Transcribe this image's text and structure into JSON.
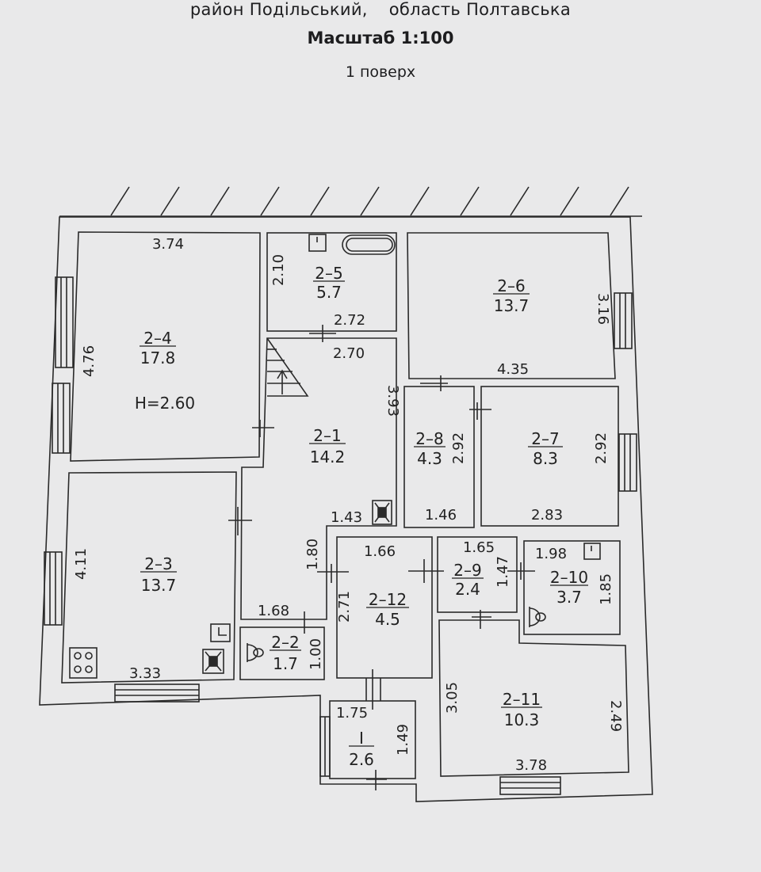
{
  "header": {
    "district": "район Подільський,",
    "region": "область Полтавська",
    "scale": "Масштаб 1:100",
    "floor": "1 поверх"
  },
  "rooms": [
    {
      "id": "2–4",
      "area": "17.8"
    },
    {
      "id": "2–5",
      "area": "5.7"
    },
    {
      "id": "2–6",
      "area": "13.7"
    },
    {
      "id": "2–1",
      "area": "14.2"
    },
    {
      "id": "2–8",
      "area": "4.3"
    },
    {
      "id": "2–7",
      "area": "8.3"
    },
    {
      "id": "2–3",
      "area": "13.7"
    },
    {
      "id": "2–12",
      "area": "4.5"
    },
    {
      "id": "2–9",
      "area": "2.4"
    },
    {
      "id": "2–10",
      "area": "3.7"
    },
    {
      "id": "2–2",
      "area": "1.7"
    },
    {
      "id": "2–11",
      "area": "10.3"
    },
    {
      "id": "I",
      "area": "2.6"
    }
  ],
  "height_label": "H=2.60",
  "dims": [
    "3.74",
    "4.76",
    "2.10",
    "2.72",
    "2.70",
    "3.93",
    "3.16",
    "4.35",
    "2.92",
    "2.92",
    "1.46",
    "2.83",
    "1.43",
    "1.80",
    "1.66",
    "2.71",
    "1.65",
    "1.47",
    "1.98",
    "1.85",
    "4.11",
    "1.68",
    "1.00",
    "3.33",
    "1.75",
    "1.49",
    "3.05",
    "2.49",
    "3.78"
  ]
}
